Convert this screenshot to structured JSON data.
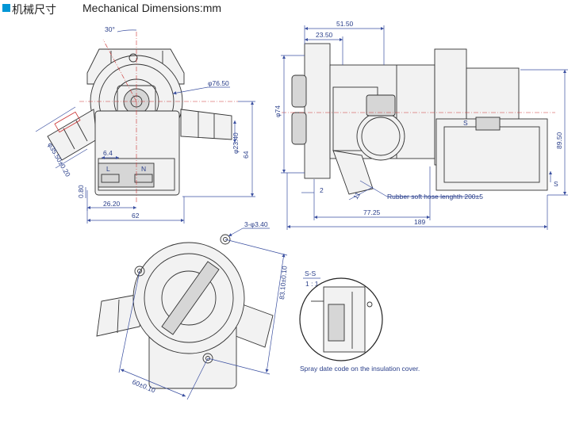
{
  "header": {
    "title_cn": "机械尺寸",
    "title_en": "Mechanical Dimensions:mm",
    "accent_color": "#0096d6"
  },
  "front_view": {
    "angle": "30°",
    "d_housing": "φ76.50",
    "d_outlet": "φ23.40",
    "d_inlet": "φ35.50±0.20",
    "h_total": "64",
    "w_total": "62",
    "w_terminal": "26.20",
    "gap": "0.80",
    "pin_gap": "6.4",
    "term_L": "L",
    "term_N": "N"
  },
  "side_view": {
    "w1": "51.50",
    "w2": "23.50",
    "d_main": "φ74",
    "h_right": "89.50",
    "g2": "2",
    "g11": "11",
    "w3": "77.25",
    "w_total": "189",
    "hose_note": "Rubber soft hose lenghth 200±5",
    "sec_S1": "S",
    "sec_S2": "S"
  },
  "bottom_view": {
    "holes": "3-φ3.40",
    "d1": "83.10±0.10",
    "d2": "60±0.10"
  },
  "detail": {
    "section": "S-S",
    "scale": "1 : 1",
    "note": "Spray date code on the insulation cover."
  }
}
